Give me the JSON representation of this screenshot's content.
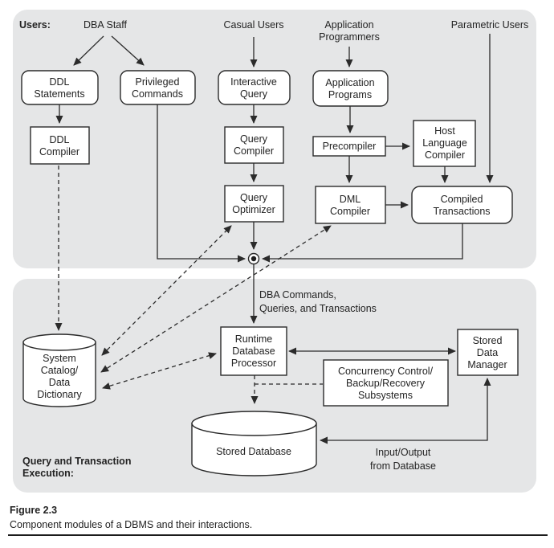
{
  "users_row": {
    "label": "Users:",
    "dba_staff": "DBA Staff",
    "casual_users": "Casual Users",
    "application_programmers": [
      "Application",
      "Programmers"
    ],
    "parametric_users": "Parametric Users"
  },
  "nodes": {
    "ddl_statements": [
      "DDL",
      "Statements"
    ],
    "privileged_commands": [
      "Privileged",
      "Commands"
    ],
    "interactive_query": [
      "Interactive",
      "Query"
    ],
    "application_programs": [
      "Application",
      "Programs"
    ],
    "ddl_compiler": [
      "DDL",
      "Compiler"
    ],
    "query_compiler": [
      "Query",
      "Compiler"
    ],
    "query_optimizer": [
      "Query",
      "Optimizer"
    ],
    "precompiler": [
      "Precompiler"
    ],
    "host_language_compiler": [
      "Host",
      "Language",
      "Compiler"
    ],
    "dml_compiler": [
      "DML",
      "Compiler"
    ],
    "compiled_transactions": [
      "Compiled",
      "Transactions"
    ],
    "runtime_database_processor": [
      "Runtime",
      "Database",
      "Processor"
    ],
    "stored_data_manager": [
      "Stored",
      "Data",
      "Manager"
    ],
    "concurrency_subsystems": [
      "Concurrency Control/",
      "Backup/Recovery",
      "Subsystems"
    ],
    "system_catalog": [
      "System",
      "Catalog/",
      "Data",
      "Dictionary"
    ],
    "stored_database": "Stored Database"
  },
  "edge_labels": {
    "dba_commands": [
      "DBA Commands,",
      "Queries, and Transactions"
    ],
    "input_output": [
      "Input/Output",
      "from Database"
    ]
  },
  "section_labels": {
    "query_and_transaction": [
      "Query and Transaction",
      "Execution:"
    ]
  },
  "caption": {
    "title": "Figure 2.3",
    "text": "Component modules of a DBMS and their interactions."
  },
  "colors": {
    "panel_gray": "#e5e6e7",
    "ink": "#2b2b2b"
  }
}
